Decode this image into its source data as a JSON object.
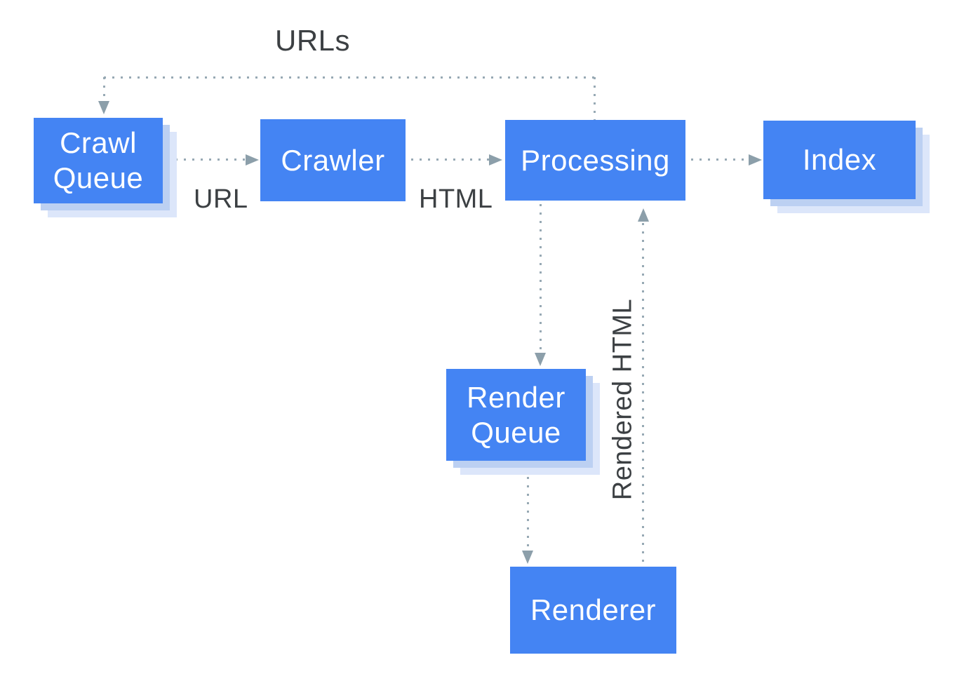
{
  "nodes": {
    "crawl_queue": {
      "label": "Crawl\nQueue"
    },
    "crawler": {
      "label": "Crawler"
    },
    "processing": {
      "label": "Processing"
    },
    "index": {
      "label": "Index"
    },
    "render_queue": {
      "label": "Render\nQueue"
    },
    "renderer": {
      "label": "Renderer"
    }
  },
  "labels": {
    "urls": "URLs",
    "url": "URL",
    "html": "HTML",
    "rendered_html": "Rendered HTML"
  },
  "edges": [
    {
      "from": "crawl_queue",
      "to": "crawler",
      "label": "URL",
      "style": "dotted"
    },
    {
      "from": "crawler",
      "to": "processing",
      "label": "HTML",
      "style": "dotted"
    },
    {
      "from": "processing",
      "to": "index",
      "label": "",
      "style": "dotted"
    },
    {
      "from": "processing",
      "to": "crawl_queue",
      "label": "URLs",
      "style": "dotted"
    },
    {
      "from": "processing",
      "to": "render_queue",
      "label": "",
      "style": "dotted"
    },
    {
      "from": "render_queue",
      "to": "renderer",
      "label": "",
      "style": "dotted"
    },
    {
      "from": "renderer",
      "to": "processing",
      "label": "Rendered HTML",
      "style": "dotted"
    }
  ],
  "colors": {
    "background": "#ffffff",
    "node_fill": "#4484f3",
    "node_text": "#ffffff",
    "node_shadow1": "#bcd0f2",
    "node_shadow2": "#dce6fa",
    "dot": "#97a9b4",
    "arrow": "#8c9faa",
    "label_text": "#3c4043"
  }
}
